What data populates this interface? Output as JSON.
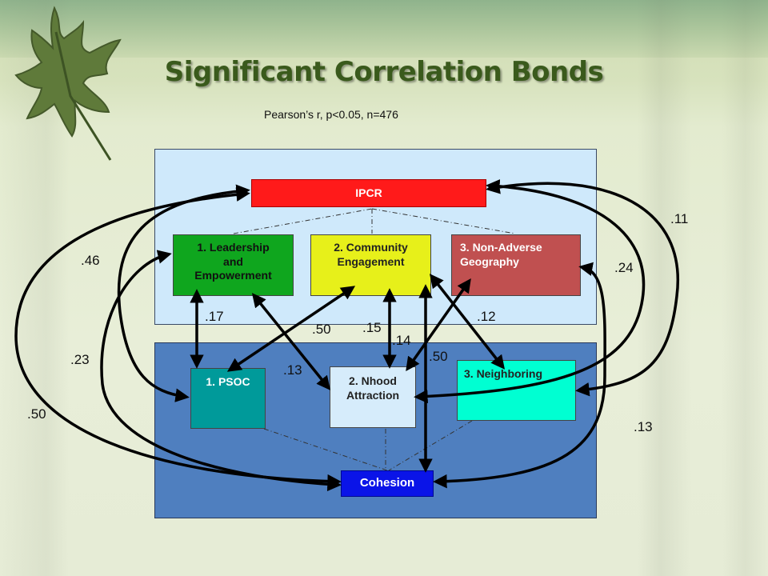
{
  "slide": {
    "title": "Significant Correlation Bonds",
    "subtitle": "Pearson’s r,  p<0.05, n=476"
  },
  "nodes": {
    "ipcr": "IPCR",
    "leadership": [
      "1. Leadership",
      "and",
      "Empowerment"
    ],
    "community": [
      "2. Community",
      "Engagement"
    ],
    "geography": [
      "3. Non-Adverse",
      "Geography"
    ],
    "psoc": "1. PSOC",
    "nhood": [
      "2. Nhood",
      "Attraction"
    ],
    "neighboring": "3. Neighboring",
    "cohesion": "Cohesion"
  },
  "coefficients": {
    "c11": ".11",
    "c46": ".46",
    "c24": ".24",
    "c17": ".17",
    "c50a": ".50",
    "c15": ".15",
    "c12": ".12",
    "c14": ".14",
    "c23": ".23",
    "c13a": ".13",
    "c50b": ".50",
    "c50c": ".50",
    "c13b": ".13"
  },
  "icons": {
    "leaf": "oak-leaf-icon"
  }
}
